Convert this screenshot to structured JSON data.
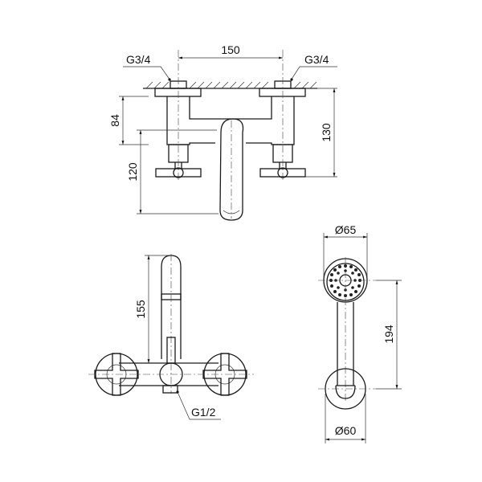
{
  "drawing": {
    "top_view": {
      "labels": {
        "connection_left": "G3/4",
        "connection_right": "G3/4",
        "center_distance": "150",
        "dim_84": "84",
        "dim_120": "120",
        "dim_130": "130"
      }
    },
    "front_view": {
      "labels": {
        "spout_height": "155",
        "outlet_thread": "G1/2"
      }
    },
    "hand_shower": {
      "labels": {
        "head_diameter": "Ø65",
        "length": "194",
        "base_diameter": "Ø60"
      }
    }
  },
  "colors": {
    "line": "#1a1a1a",
    "background": "#ffffff"
  }
}
